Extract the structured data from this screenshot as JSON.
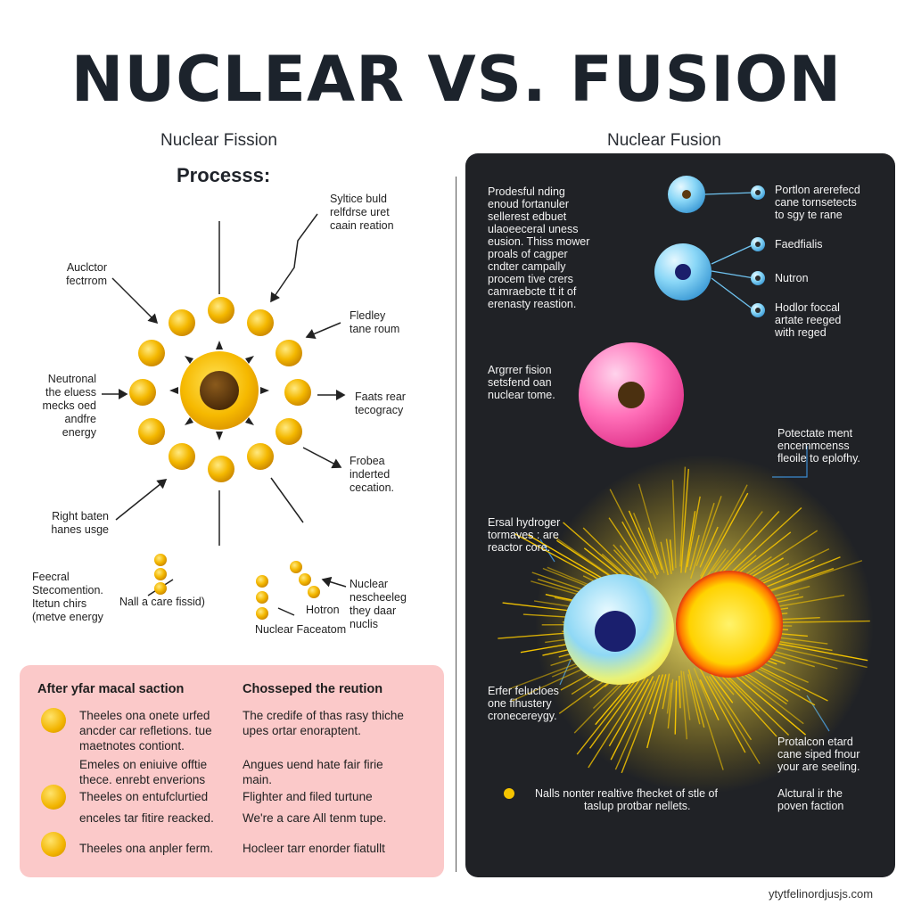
{
  "title": "NUCLEAR VS. FUSION",
  "left": {
    "heading": "Nuclear Fission",
    "process_label": "Processs:",
    "labels": {
      "top_right": [
        "Syltice buld",
        "relfdrse uret",
        "caain reation"
      ],
      "top_left": [
        "Auclctor",
        "fectrrom"
      ],
      "mid_right_1": [
        "Fledley",
        "tane roum"
      ],
      "left_middle": [
        "Neutronal",
        "the eluess",
        "mecks oed",
        "andfre",
        "energy"
      ],
      "mid_right_2": [
        "Faats rear",
        "tecogracy"
      ],
      "lower_right": [
        "Frobea",
        "inderted",
        "cecation."
      ],
      "lower_left": [
        "Right baten",
        "hanes usge"
      ],
      "bottom_left": [
        "Feecral",
        "Stecomention.",
        "Itetun chirs",
        "(metve energy"
      ],
      "bottom_center": "Nall a care fissid)",
      "bottom_right_1": [
        "Nuclear",
        "nescheeleg",
        "they daar",
        "nuclis"
      ],
      "hotron": "Hotron",
      "nuclear_faceatom": "Nuclear Faceatom"
    }
  },
  "right": {
    "heading": "Nuclear Fusion",
    "labels": {
      "intro": [
        "Prodesful nding",
        "enoud fortanuler",
        "sellerest edbuet",
        "ulaoeeceral uness",
        "eusion. Thiss mower",
        "proals of cagper",
        "cndter campally",
        "procem tive crers",
        "camraebcte tt it of",
        "erenasty reastion."
      ],
      "legend_1": [
        "Portlon arerefecd",
        "cane tornsetects",
        "to sgy te rane"
      ],
      "legend_2": "Faedfialis",
      "legend_3": "Nutron",
      "legend_4": [
        "Hodlor foccal",
        "artate reeged",
        "with reged"
      ],
      "argon": [
        "Argrrer fision",
        "setsfend oan",
        "nuclear tome."
      ],
      "potential": [
        "Potectate ment",
        "encemmcenss",
        "fleoile to eplofhy."
      ],
      "ersal": [
        "Ersal hydroger",
        "tormaves : are",
        "reactor core."
      ],
      "erfer": [
        "Erfer felucloes",
        "one fihustery",
        "cronecereygy."
      ],
      "protalcon": [
        "Protalcon etard",
        "cane siped fnour",
        "your are seeling."
      ],
      "nalls": [
        "Nalls nonter realtive fhecket of stle of",
        "taslup protbar nellets."
      ],
      "alctural": [
        "Alctural ir the",
        "poven faction"
      ]
    }
  },
  "bottom_panel": {
    "col1_head": "After yfar macal saction",
    "col2_head": "Chosseped the reution",
    "col1_lines": [
      [
        "Theeles ona onete urfed",
        "ancder car refletions. tue",
        "maetnotes contiont."
      ],
      [
        "Emeles on eniuive offtie",
        "thece. enrebt enverions"
      ],
      [
        "Theeles on entufclurtied"
      ],
      [
        "enceles tar fitire reacked."
      ],
      [
        "Theeles ona anpler ferm."
      ]
    ],
    "col2_lines": [
      [
        "The credife of thas rasy thiche",
        "upes ortar enoraptent."
      ],
      [
        "Angues uend hate fair firie",
        "main."
      ],
      [
        "Flighter and filed turtune"
      ],
      [
        "We're a care All tenm tupe."
      ],
      [
        "Hocleer tarr enorder fiatullt"
      ]
    ]
  },
  "footer": "ytytfelinordjusjs.com",
  "colors": {
    "nucleon": "#f4b800",
    "core": "#f5c000",
    "dark_panel": "#202226",
    "pink_panel": "#fbc9c9",
    "fusion_pink": "#ff6fb5",
    "fusion_blue": "#7fd3f5",
    "fusion_sun": "#ffd400"
  }
}
